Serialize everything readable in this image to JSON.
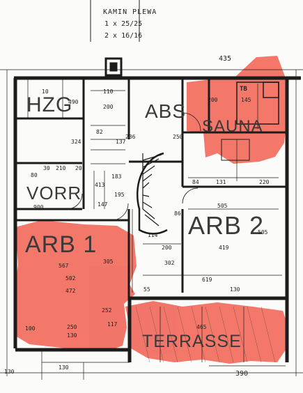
{
  "header": {
    "title": "KAMIN PLEWA",
    "line1": "1 x 25/25",
    "line2": "2 x 16/16"
  },
  "rooms": {
    "hzg": "HZG",
    "abs": "ABS",
    "sauna": "SAUNA",
    "vorr": "VORR",
    "arb1": "ARB 1",
    "arb2": "ARB 2",
    "terrasse": "TERRASSE",
    "sauna_box": "TB"
  },
  "dimensions": {
    "top_435": "435",
    "d200a": "200",
    "d145": "145",
    "d10a": "10",
    "d490": "490",
    "d110": "110",
    "d200b": "200",
    "d250a": "250",
    "d236": "236",
    "d137": "137",
    "d82": "82",
    "d80": "80",
    "d210": "210",
    "d20": "20",
    "d30": "30",
    "d324": "324",
    "d131": "131",
    "d220": "220",
    "d84": "84",
    "d900": "900",
    "d147": "147",
    "d505a": "505",
    "d505b": "505",
    "d413": "413",
    "d183": "183",
    "d195": "195",
    "d86": "86",
    "d419": "419",
    "d114": "114",
    "d200c": "200",
    "d567": "567",
    "d502": "502",
    "d472": "472",
    "d305": "305",
    "d302": "302",
    "d619": "619",
    "d55": "55",
    "d130a": "130",
    "d130b": "130",
    "d252": "252",
    "d117": "117",
    "d100": "100",
    "d250b": "250",
    "d130c": "130",
    "d465": "465",
    "d130d": "130",
    "d390": "390"
  },
  "colors": {
    "highlight": "#f05a4a",
    "line": "#1c1c1c",
    "paper": "#fbfbfa"
  }
}
